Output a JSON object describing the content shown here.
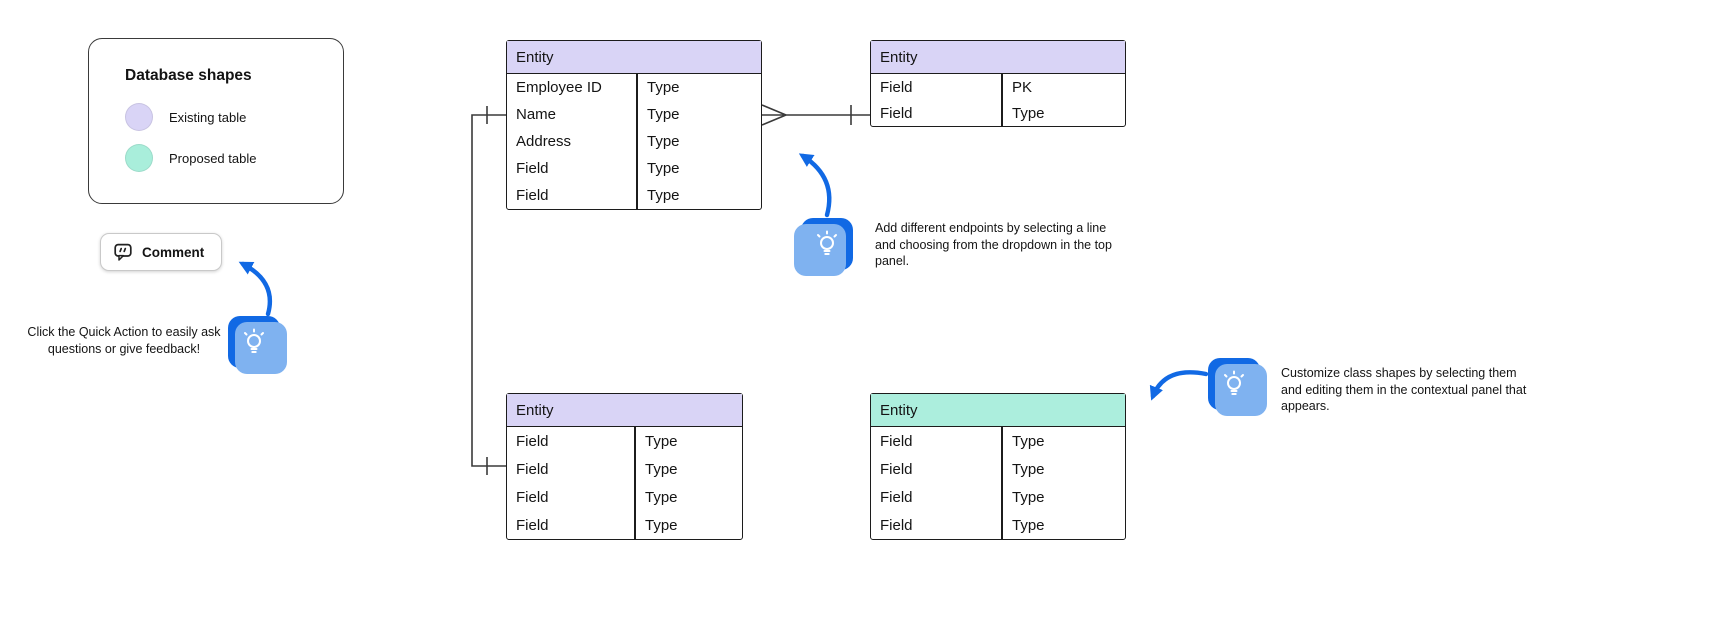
{
  "colors": {
    "accent": "#1169e4",
    "accent-light": "#7fb2f0",
    "connector": "#3a3a3a"
  },
  "legend": {
    "title": "Database shapes",
    "items": [
      {
        "label": "Existing table",
        "color": "#d9d4f6"
      },
      {
        "label": "Proposed table",
        "color": "#a9eedb"
      }
    ]
  },
  "comment": {
    "label": "Comment"
  },
  "tips": [
    {
      "text": "Click the Quick Action to easily ask questions or give feedback!"
    },
    {
      "text": "Add different endpoints by selecting a line and choosing from the dropdown in the top panel."
    },
    {
      "text": "Customize class shapes by selecting them and editing them in the contextual panel that appears."
    }
  ],
  "entities": [
    {
      "title": "Entity",
      "header_color": "#d9d4f6",
      "rows": [
        [
          "Employee ID",
          "Type"
        ],
        [
          "Name",
          "Type"
        ],
        [
          "Address",
          "Type"
        ],
        [
          "Field",
          "Type"
        ],
        [
          "Field",
          "Type"
        ]
      ]
    },
    {
      "title": "Entity",
      "header_color": "#d9d4f6",
      "rows": [
        [
          "Field",
          "PK"
        ],
        [
          "Field",
          "Type"
        ]
      ]
    },
    {
      "title": "Entity",
      "header_color": "#d9d4f6",
      "rows": [
        [
          "Field",
          "Type"
        ],
        [
          "Field",
          "Type"
        ],
        [
          "Field",
          "Type"
        ],
        [
          "Field",
          "Type"
        ]
      ]
    },
    {
      "title": "Entity",
      "header_color": "#aceedd",
      "rows": [
        [
          "Field",
          "Type"
        ],
        [
          "Field",
          "Type"
        ],
        [
          "Field",
          "Type"
        ],
        [
          "Field",
          "Type"
        ]
      ]
    }
  ]
}
